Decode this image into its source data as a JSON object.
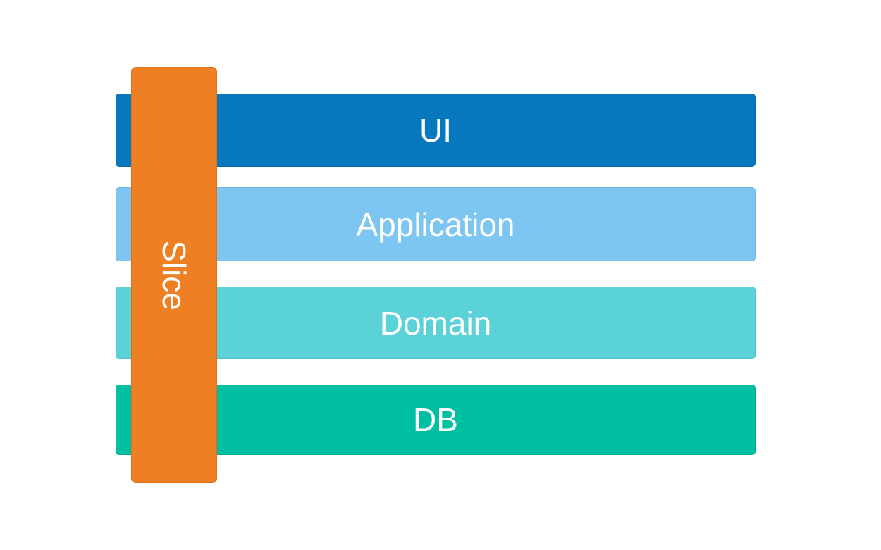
{
  "diagram": {
    "background_color": "#ffffff",
    "text_color": "#ffffff",
    "layers": [
      {
        "label": "UI",
        "fill": "#0778be",
        "border": "#0a6aa6"
      },
      {
        "label": "Application",
        "fill": "#7dc6f1",
        "border": "#70b6e2"
      },
      {
        "label": "Domain",
        "fill": "#5bd1d8",
        "border": "#4ec2ca"
      },
      {
        "label": "DB",
        "fill": "#00bfa2",
        "border": "#00ad92"
      }
    ],
    "slice": {
      "label": "Slice",
      "fill": "#ee7f23",
      "border": "#dd7118"
    }
  }
}
